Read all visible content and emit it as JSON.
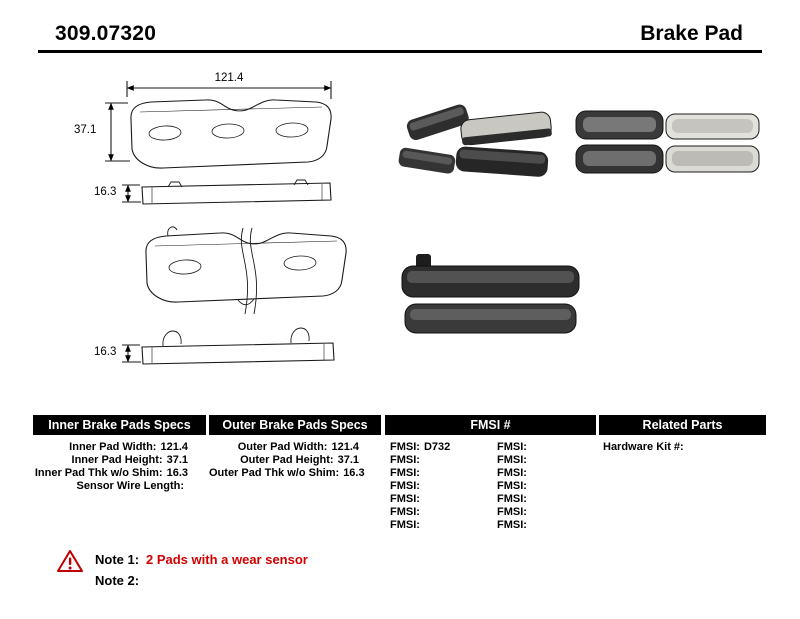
{
  "header": {
    "part_number": "309.07320",
    "product_name": "Brake Pad"
  },
  "drawing": {
    "dim_width": "121.4",
    "dim_height": "37.1",
    "dim_inner_thickness": "16.3",
    "dim_outer_thickness": "16.3"
  },
  "specs": {
    "inner": {
      "header": "Inner Brake Pads Specs",
      "rows": [
        {
          "label": "Inner Pad Width:",
          "value": "121.4"
        },
        {
          "label": "Inner Pad Height:",
          "value": "37.1"
        },
        {
          "label": "Inner Pad Thk w/o Shim:",
          "value": "16.3"
        },
        {
          "label": "Sensor Wire Length:",
          "value": ""
        }
      ]
    },
    "outer": {
      "header": "Outer Brake Pads Specs",
      "rows": [
        {
          "label": "Outer Pad Width:",
          "value": "121.4"
        },
        {
          "label": "Outer Pad Height:",
          "value": "37.1"
        },
        {
          "label": "Outer Pad Thk w/o Shim:",
          "value": "16.3"
        }
      ]
    },
    "fmsi": {
      "header": "FMSI #",
      "left_rows": [
        {
          "label": "FMSI:",
          "value": "D732"
        },
        {
          "label": "FMSI:",
          "value": ""
        },
        {
          "label": "FMSI:",
          "value": ""
        },
        {
          "label": "FMSI:",
          "value": ""
        },
        {
          "label": "FMSI:",
          "value": ""
        },
        {
          "label": "FMSI:",
          "value": ""
        },
        {
          "label": "FMSI:",
          "value": ""
        }
      ],
      "right_rows": [
        {
          "label": "FMSI:",
          "value": ""
        },
        {
          "label": "FMSI:",
          "value": ""
        },
        {
          "label": "FMSI:",
          "value": ""
        },
        {
          "label": "FMSI:",
          "value": ""
        },
        {
          "label": "FMSI:",
          "value": ""
        },
        {
          "label": "FMSI:",
          "value": ""
        },
        {
          "label": "FMSI:",
          "value": ""
        }
      ]
    },
    "related": {
      "header": "Related Parts",
      "rows": [
        {
          "label": "Hardware Kit #:",
          "value": ""
        }
      ]
    }
  },
  "notes": {
    "note1_label": "Note 1:",
    "note1_text": "2 Pads with a wear sensor",
    "note2_label": "Note 2:",
    "note2_text": ""
  },
  "colors": {
    "note_red": "#d40000",
    "header_bar_bg": "#000000",
    "header_bar_fg": "#ffffff"
  }
}
